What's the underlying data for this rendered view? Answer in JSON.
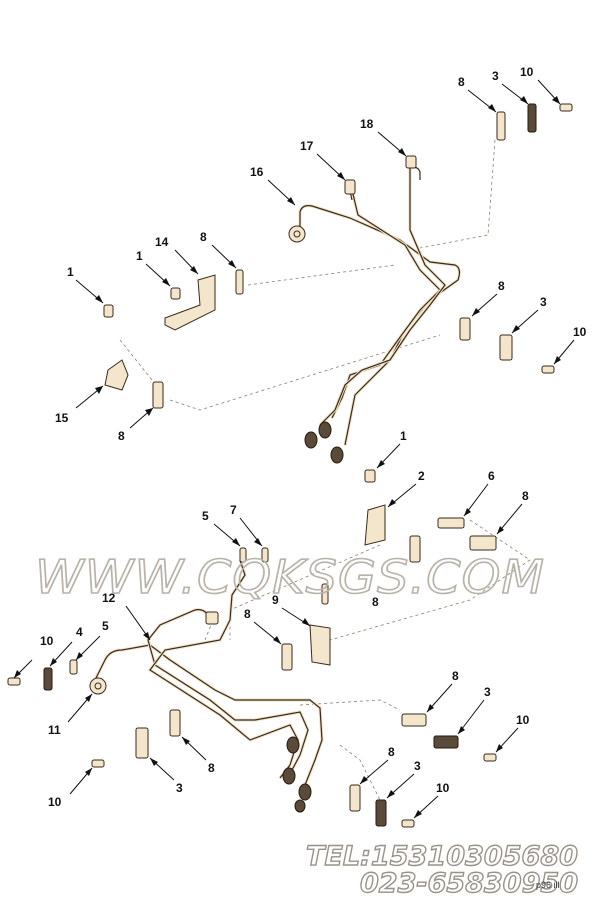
{
  "watermark": {
    "site": "WWW.CQKSGS.COM",
    "tel": "TEL:15310305680",
    "phone": "023-65830950"
  },
  "drawing_code": "p96 ill",
  "callouts": [
    {
      "label": "8"
    },
    {
      "label": "3"
    },
    {
      "label": "10"
    },
    {
      "label": "18"
    },
    {
      "label": "17"
    },
    {
      "label": "16"
    },
    {
      "label": "14"
    },
    {
      "label": "8"
    },
    {
      "label": "1"
    },
    {
      "label": "1"
    },
    {
      "label": "8"
    },
    {
      "label": "3"
    },
    {
      "label": "10"
    },
    {
      "label": "15"
    },
    {
      "label": "8"
    },
    {
      "label": "1"
    },
    {
      "label": "2"
    },
    {
      "label": "6"
    },
    {
      "label": "8"
    },
    {
      "label": "5"
    },
    {
      "label": "7"
    },
    {
      "label": "12"
    },
    {
      "label": "8"
    },
    {
      "label": "9"
    },
    {
      "label": "8"
    },
    {
      "label": "10"
    },
    {
      "label": "4"
    },
    {
      "label": "5"
    },
    {
      "label": "11"
    },
    {
      "label": "8"
    },
    {
      "label": "3"
    },
    {
      "label": "10"
    },
    {
      "label": "8"
    },
    {
      "label": "3"
    },
    {
      "label": "10"
    },
    {
      "label": "8"
    },
    {
      "label": "3"
    },
    {
      "label": "10"
    }
  ]
}
